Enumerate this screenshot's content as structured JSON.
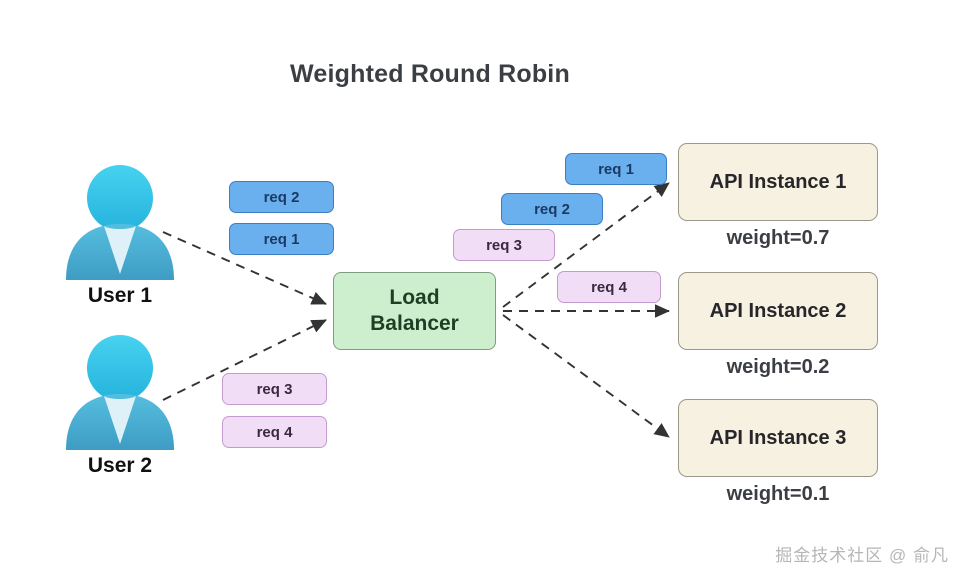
{
  "title": "Weighted Round Robin",
  "users": [
    {
      "label": "User 1",
      "avatar_icon": "user-avatar-icon"
    },
    {
      "label": "User 2",
      "avatar_icon": "user-avatar-icon"
    }
  ],
  "user_requests": [
    {
      "label": "req 2",
      "color": "blue"
    },
    {
      "label": "req 1",
      "color": "blue"
    },
    {
      "label": "req 3",
      "color": "purple"
    },
    {
      "label": "req 4",
      "color": "purple"
    }
  ],
  "dispatch_requests": [
    {
      "label": "req 1",
      "color": "blue"
    },
    {
      "label": "req 2",
      "color": "blue"
    },
    {
      "label": "req 3",
      "color": "purple"
    },
    {
      "label": "req 4",
      "color": "purple"
    }
  ],
  "load_balancer": {
    "line1": "Load",
    "line2": "Balancer"
  },
  "instances": [
    {
      "name": "API Instance 1",
      "weight_label": "weight=0.7",
      "weight": 0.7
    },
    {
      "name": "API Instance 2",
      "weight_label": "weight=0.2",
      "weight": 0.2
    },
    {
      "name": "API Instance 3",
      "weight_label": "weight=0.1",
      "weight": 0.1
    }
  ],
  "watermark": "掘金技术社区 @ 俞凡",
  "colors": {
    "badge_blue_fill": "#6ab0ee",
    "badge_blue_border": "#3a7fc4",
    "badge_purple_fill": "#f2ddf7",
    "badge_purple_border": "#c49bcf",
    "load_balancer_fill": "#cdefcd",
    "load_balancer_border": "#7e9c80",
    "instance_fill": "#f6f1e1",
    "instance_border": "#9d9887",
    "avatar_primary": "#36b6e0",
    "avatar_body": "#4aa7cc",
    "arrow": "#333333",
    "title_text": "#3b3f44"
  }
}
